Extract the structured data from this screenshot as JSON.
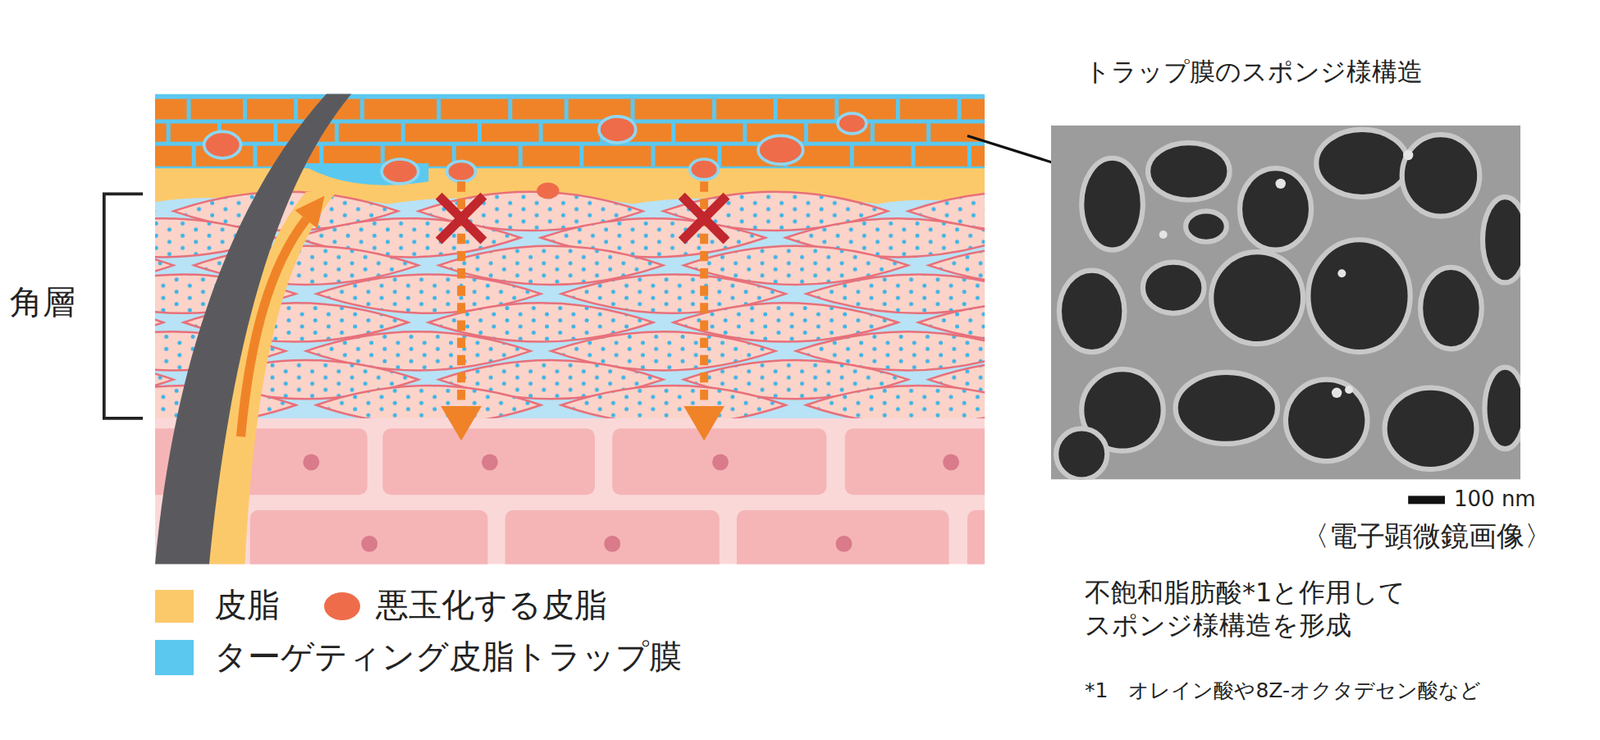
{
  "diagram": {
    "labels": [
      "角層",
      "トラップ膜のスポンジ様構造",
      "100 nm",
      "〈電子顕微鏡画像〉",
      "不飽和脂肪酸*1と作用して スポンジ様構造を形成",
      "*1　オレイン酸や8Z-オクタデセン酸など"
    ],
    "legend": [
      {
        "text": "皮脂",
        "color": "#fcc96a"
      },
      {
        "text": "悪玉化する皮脂",
        "color": "#ef6c4a"
      },
      {
        "text": "ターゲティング皮脂トラップ膜",
        "color": "#5bc8f0"
      }
    ]
  }
}
